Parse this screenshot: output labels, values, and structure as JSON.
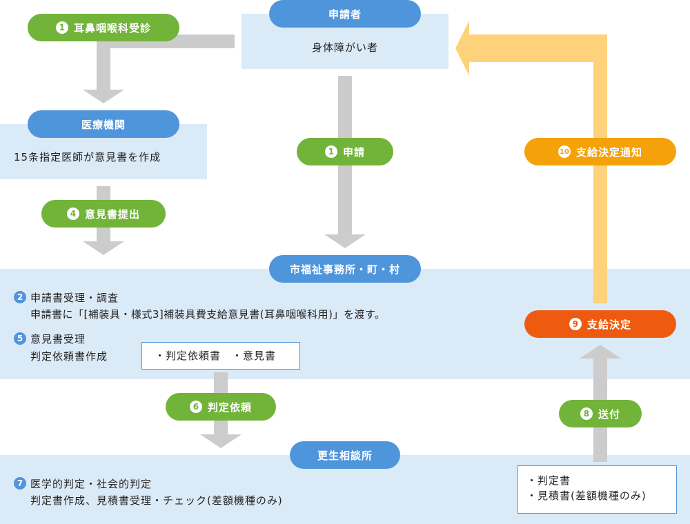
{
  "applicant": {
    "label": "申請者",
    "body": "身体障がい者"
  },
  "medical": {
    "label": "医療機関",
    "body": "15条指定医師が意見書を作成"
  },
  "city": {
    "label": "市福祉事務所・町・村",
    "step2_num": "2",
    "step2_title": "申請書受理・調査",
    "step2_detail": "申請書に「[補装具・様式3]補装具費支給意見書(耳鼻咽喉科用)」を渡す。",
    "step5_num": "5",
    "step5_title": "意見書受理",
    "step5_detail": "判定依頼書作成",
    "docs": "・判定依頼書　・意見書"
  },
  "rehab": {
    "label": "更生相談所",
    "step7_num": "7",
    "step7_title": "医学的判定・社会的判定",
    "step7_detail": "判定書作成、見積書受理・チェック(差額機種のみ)",
    "docs_line1": "・判定書",
    "docs_line2": "・見積書(差額機種のみ)"
  },
  "steps": {
    "s1a": {
      "num": "1",
      "label": "耳鼻咽喉科受診"
    },
    "s1b": {
      "num": "1",
      "label": "申請"
    },
    "s4": {
      "num": "4",
      "label": "意見書提出"
    },
    "s6": {
      "num": "6",
      "label": "判定依頼"
    },
    "s8": {
      "num": "8",
      "label": "送付"
    },
    "s9": {
      "num": "9",
      "label": "支給決定"
    },
    "s10": {
      "num": "10",
      "label": "支給決定通知"
    }
  },
  "colors": {
    "blue": "#4f95dc",
    "green": "#72b33a",
    "orange": "#f4a10a",
    "red": "#ee5b10",
    "band": "#dbeaf7",
    "gray_arrow": "#cccccc",
    "yellow_arrow": "#fdd27a"
  }
}
